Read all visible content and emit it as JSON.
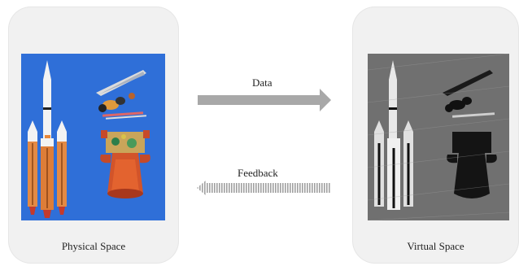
{
  "physical": {
    "caption": "Physical Space"
  },
  "virtual": {
    "caption": "Virtual Space"
  },
  "flows": {
    "data_label": "Data",
    "feedback_label": "Feedback"
  },
  "colors": {
    "panel_bg": "#f1f1f1",
    "photo_bg": "#2f6fd8",
    "arrow_gray": "#a8a8a8",
    "sketch_bg": "#6a6a6a"
  }
}
